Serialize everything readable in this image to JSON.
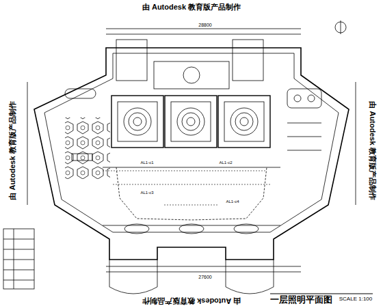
{
  "diagram": {
    "title": "一层照明平面图",
    "caption": "SCALE 1:100",
    "labels": [
      "由 Autodesk 教育版产品制作",
      "由 Autodesk 教育版产品制作",
      "由 Autodesk 教育版产品制作",
      "由 Autodesk 教育版产品制作",
      "28800",
      "27600",
      "AL1-c1",
      "AL1-c2",
      "AL1-c3",
      "AL1-c4"
    ]
  }
}
